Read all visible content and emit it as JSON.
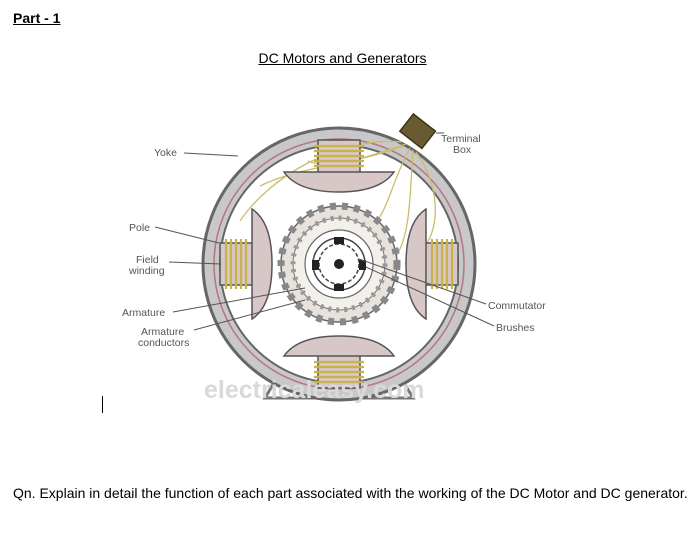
{
  "header": {
    "part": "Part - 1"
  },
  "doc": {
    "title": "DC Motors and Generators",
    "question": "Qn. Explain in detail the function of each part associated with the working of the DC Motor and DC generator."
  },
  "diagram": {
    "labels": {
      "yoke": "Yoke",
      "pole": "Pole",
      "field_1": "Field",
      "field_2": "winding",
      "armature": "Armature",
      "arm_cond_1": "Armature",
      "arm_cond_2": "conductors",
      "terminal_1": "Terminal",
      "terminal_2": "Box",
      "commutator": "Commutator",
      "brushes": "Brushes"
    },
    "watermark": "electricaleasy.com"
  }
}
